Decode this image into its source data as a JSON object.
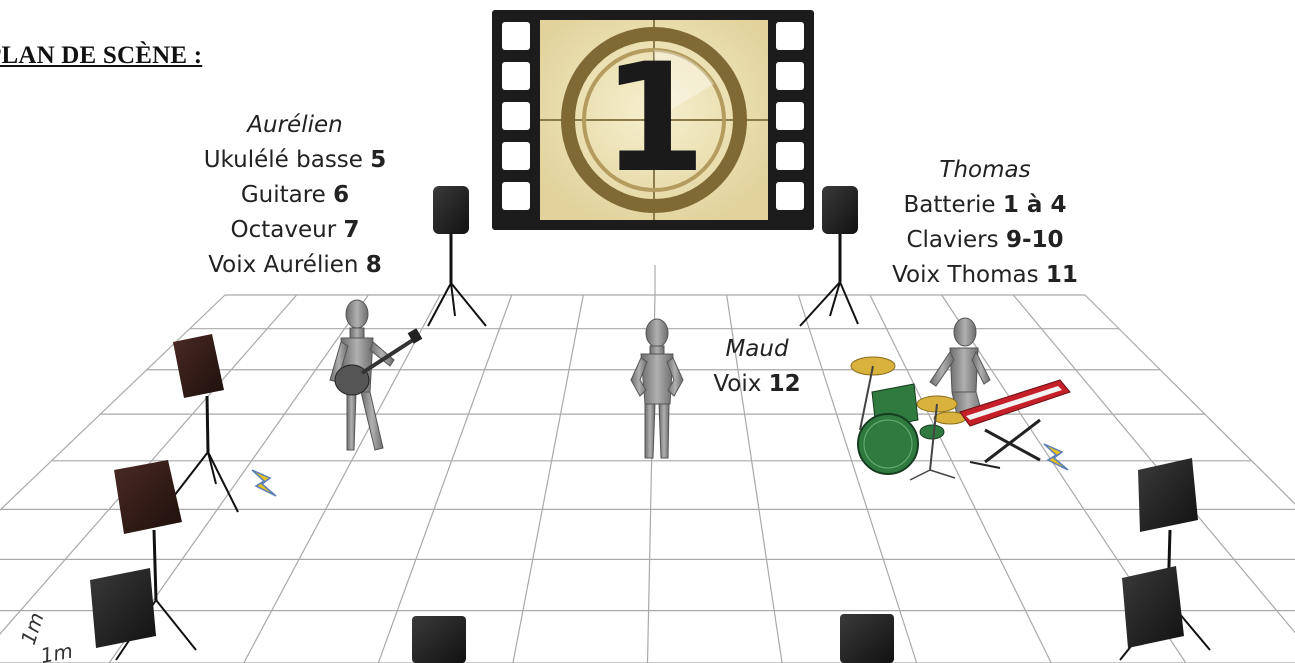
{
  "title": "PLAN DE SCÈNE :",
  "screen": {
    "number": "1"
  },
  "performers": {
    "aurelien": {
      "name": "Aurélien",
      "lines": [
        {
          "text": "Ukulélé basse",
          "channel": "5"
        },
        {
          "text": "Guitare",
          "channel": "6"
        },
        {
          "text": "Octaveur",
          "channel": "7"
        },
        {
          "text": "Voix Aurélien",
          "channel": "8"
        }
      ]
    },
    "thomas": {
      "name": "Thomas",
      "lines": [
        {
          "text": "Batterie",
          "channel": "1 à 4"
        },
        {
          "text": "Claviers",
          "channel": "9-10"
        },
        {
          "text": "Voix Thomas",
          "channel": "11"
        }
      ]
    },
    "maud": {
      "name": "Maud",
      "lines": [
        {
          "text": "Voix",
          "channel": "12"
        }
      ]
    }
  },
  "scale": {
    "depth_label": "1m",
    "width_label": "1m"
  },
  "colors": {
    "screen_frame": "#1c1c1c",
    "screen_face": "#efe3b4",
    "screen_ring": "#7f6a36",
    "speaker_dark": "#2a1512",
    "speaker_black": "#1b1b1b",
    "grid_line": "#a9a9a9",
    "mannequin": "#8c8c8c",
    "drum_green": "#2f7a3f",
    "cymbal": "#d8b23c",
    "keyboard_red": "#c5202a",
    "power_icon": "#e8c21c"
  }
}
